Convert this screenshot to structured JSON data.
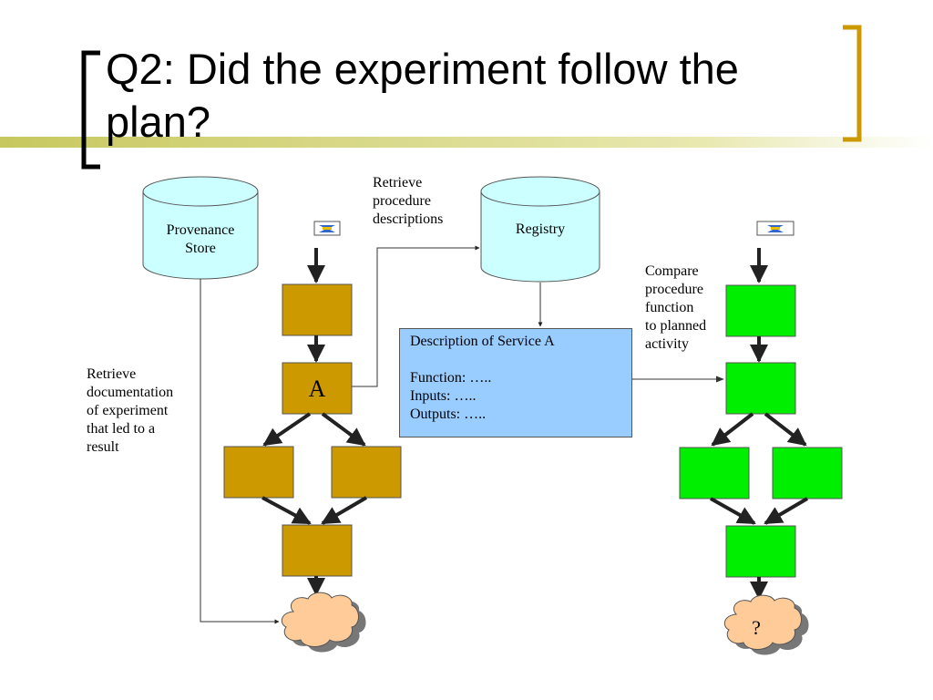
{
  "slide": {
    "title_line1": "Q2: Did the experiment follow the",
    "title_line2": "plan?"
  },
  "diagram": {
    "provenance_store": {
      "line1": "Provenance",
      "line2": "Store"
    },
    "registry": {
      "label": "Registry"
    },
    "retrieve_procedure": [
      "Retrieve",
      "procedure",
      "descriptions"
    ],
    "retrieve_documentation": [
      "Retrieve",
      "documentation",
      "of experiment",
      "that led to a",
      "result"
    ],
    "compare_procedure": [
      "Compare",
      "procedure",
      "function",
      "to planned",
      "activity"
    ],
    "service_a_box_label": "A",
    "description": {
      "title": "Description of Service A",
      "function": "Function: …..",
      "inputs": "Inputs: …..",
      "outputs": "Outputs: ….."
    },
    "result_cloud_label": "?"
  },
  "colors": {
    "gold_box": "#cc9900",
    "green_box": "#00ee00",
    "cylinder": "#ccffff",
    "description_box": "#99ccff",
    "cloud": "#ffcc99",
    "bracket": "#cc9900",
    "title_rule": "#cccc66"
  }
}
